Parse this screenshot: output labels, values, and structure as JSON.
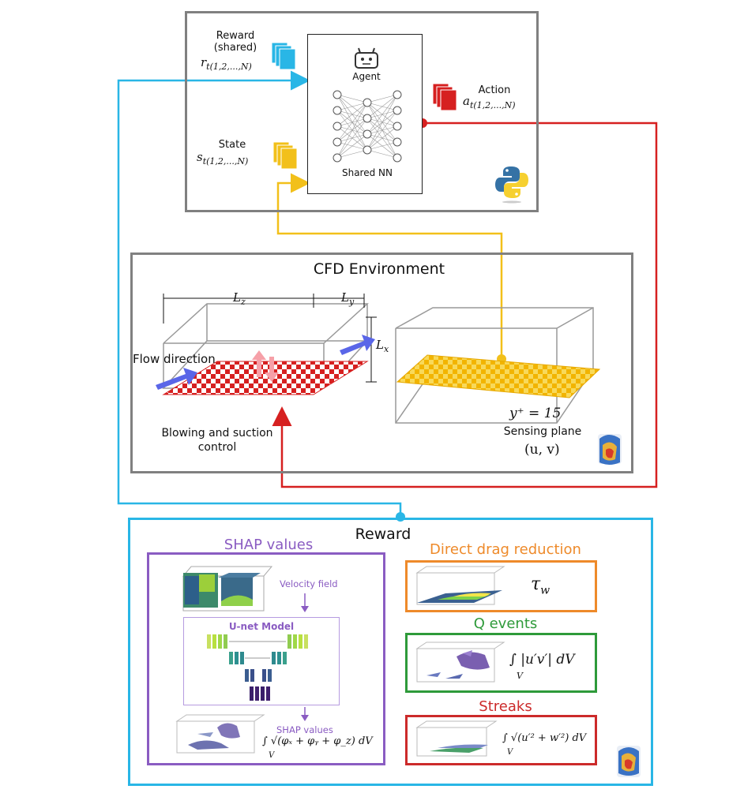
{
  "agent": {
    "reward_label": "Reward",
    "reward_sub": "(shared)",
    "reward_symbol": "r",
    "reward_sub_index": "t(1,2,...,N)",
    "agent_label": "Agent",
    "nn_label": "Shared NN",
    "state_label": "State",
    "state_symbol": "s",
    "state_sub_index": "t(1,2,...,N)",
    "action_label": "Action",
    "action_symbol": "a",
    "action_sub_index": "t(1,2,...,N)"
  },
  "cfd": {
    "title": "CFD Environment",
    "lz": "L",
    "lz_sub": "z",
    "ly": "L",
    "ly_sub": "y",
    "lx": "L",
    "lx_sub": "x",
    "flow_label": "Flow direction",
    "control_line1": "Blowing and suction",
    "control_line2": "control",
    "yplus": "y⁺ = 15",
    "sensing_label": "Sensing plane",
    "uv": "(u, v)"
  },
  "reward": {
    "title": "Reward",
    "shap_title": "SHAP values",
    "velocity_label": "Velocity field",
    "unet_label": "U-net Model",
    "shap_small": "SHAP values",
    "shap_formula": "∫ √(φₓ + φᵧ + φ_z) dV",
    "shap_formula_sub": "V",
    "drag_title": "Direct drag reduction",
    "drag_symbol": "τ",
    "drag_sub": "w",
    "q_title": "Q events",
    "q_formula": "∫ |u′v′| dV",
    "q_formula_sub": "V",
    "streaks_title": "Streaks",
    "streaks_formula": "∫ √(u′² + w′²) dV",
    "streaks_formula_sub": "V"
  },
  "colors": {
    "cyan": "#29b6e6",
    "red": "#d62020",
    "yellow": "#f2c01a",
    "purple": "#8a5cc2",
    "orange": "#ee8a2a",
    "green": "#2e9a3a",
    "streak_red": "#cc2a2a",
    "gray": "#7f7f7f"
  }
}
